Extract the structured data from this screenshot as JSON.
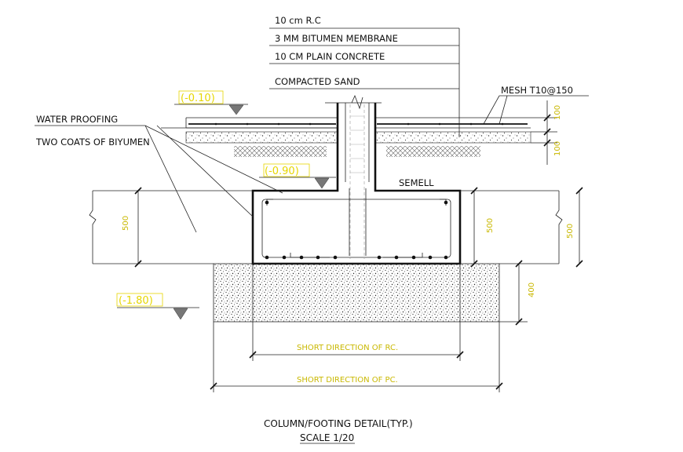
{
  "layers": [
    "10 cm R.C",
    "3 MM BITUMEN MEMBRANE",
    "10 CM PLAIN CONCRETE",
    "COMPACTED SAND"
  ],
  "mesh_label": "MESH T10@150",
  "water_proofing": "WATER PROOFING",
  "coats": "TWO COATS OF BIYUMEN",
  "levels": [
    "(-0.10)",
    "(-0.90)",
    "(-1.80)"
  ],
  "semell": "SEMELL",
  "dimensions": {
    "slab_top": "100",
    "slab_bottom": "100",
    "left_500": "500",
    "inner_500": "500",
    "right_500": "500",
    "pc_400": "400"
  },
  "short_rc": "SHORT DIRECTION OF RC.",
  "short_pc": "SHORT DIRECTION OF PC.",
  "title": "COLUMN/FOOTING DETAIL(TYP.)",
  "scale": "SCALE 1/20",
  "colors": {
    "line": "#111111",
    "dim_text": "#c9b800",
    "level_text": "#e6d600",
    "hatch": "#777777"
  }
}
